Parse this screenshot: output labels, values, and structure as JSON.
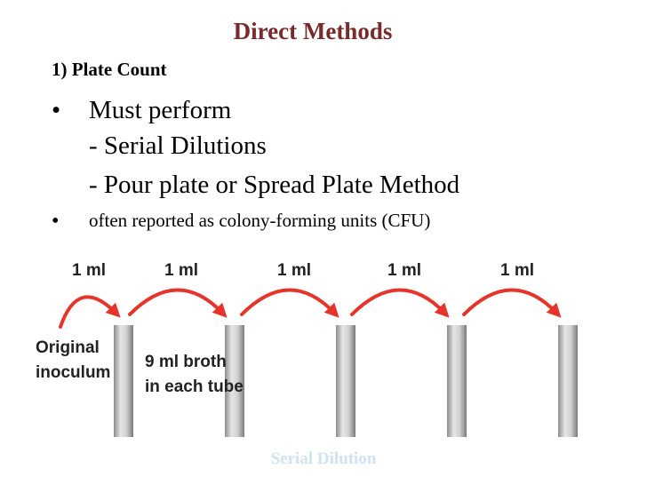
{
  "slide": {
    "title": "Direct Methods",
    "subheading": "1)  Plate Count",
    "bullets": [
      {
        "symbol": "•",
        "text": "Must perform",
        "subitems": [
          "- Serial Dilutions",
          "- Pour plate or Spread Plate Method"
        ]
      },
      {
        "symbol": "•",
        "text": "often reported as colony-forming units (CFU)"
      }
    ]
  },
  "figure": {
    "transfer_labels": [
      "1 ml",
      "1 ml",
      "1 ml",
      "1 ml",
      "1 ml"
    ],
    "original_label_line1": "Original",
    "original_label_line2": "inoculum",
    "broth_label_line1": "9 ml broth",
    "broth_label_line2": "in each tube",
    "caption": "Serial Dilution",
    "arrow_color": "#e8332a",
    "tube_color": "#b8b8b8"
  }
}
